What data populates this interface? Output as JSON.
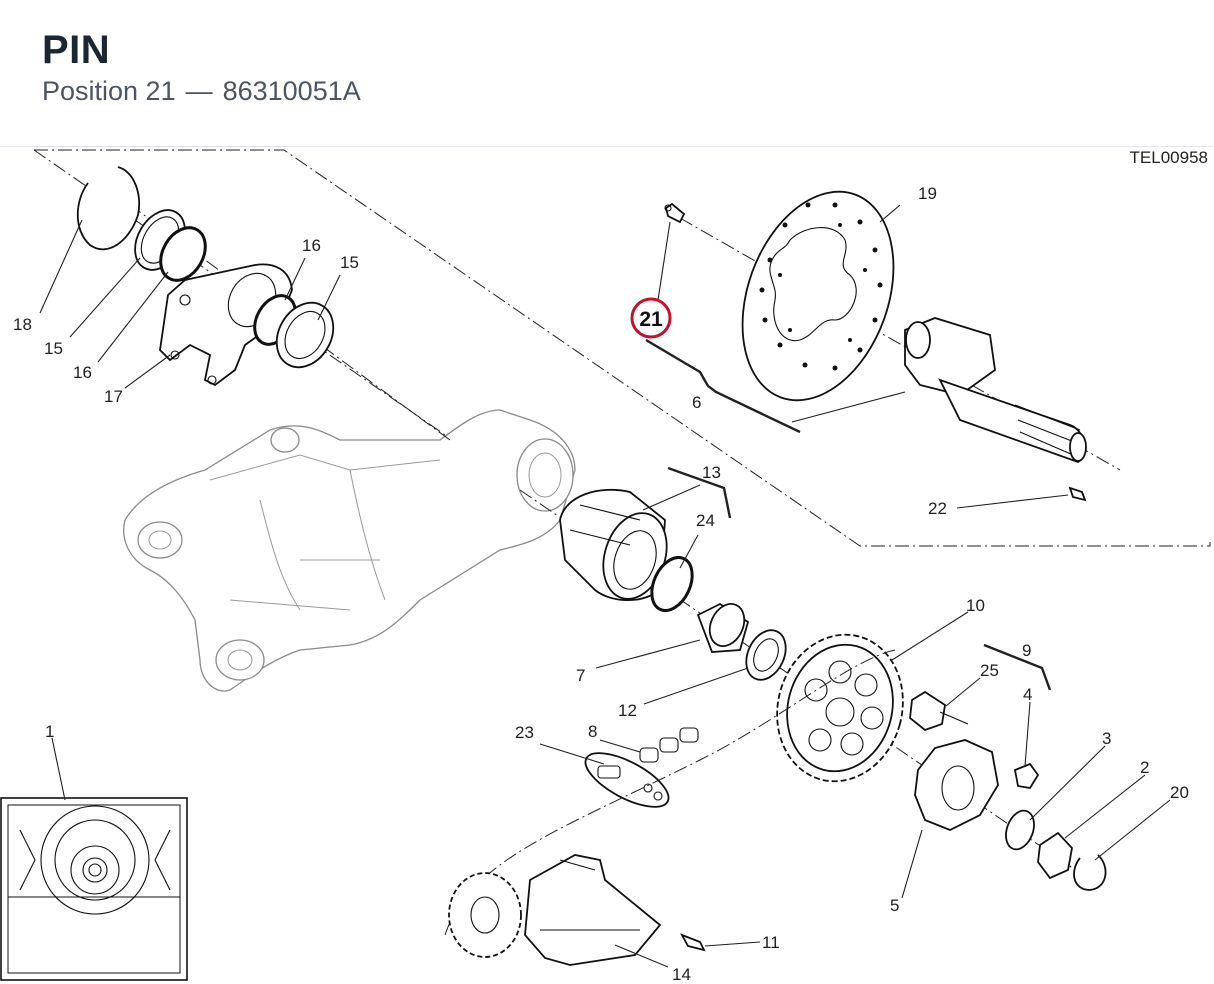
{
  "header": {
    "title": "PIN",
    "position_label": "Position 21",
    "separator": "—",
    "part_number": "86310051A"
  },
  "drawing": {
    "reference_code": "TEL00958",
    "highlighted_callout": "21",
    "highlight_color": "#c8102e",
    "callouts": {
      "c1": "1",
      "c2": "2",
      "c3": "3",
      "c4": "4",
      "c5": "5",
      "c6": "6",
      "c7": "7",
      "c8": "8",
      "c9": "9",
      "c10": "10",
      "c11": "11",
      "c12": "12",
      "c13": "13",
      "c14": "14",
      "c15a": "15",
      "c15b": "15",
      "c16a": "16",
      "c16b": "16",
      "c17": "17",
      "c18": "18",
      "c19": "19",
      "c20": "20",
      "c22": "22",
      "c23": "23",
      "c24": "24",
      "c25": "25"
    }
  }
}
